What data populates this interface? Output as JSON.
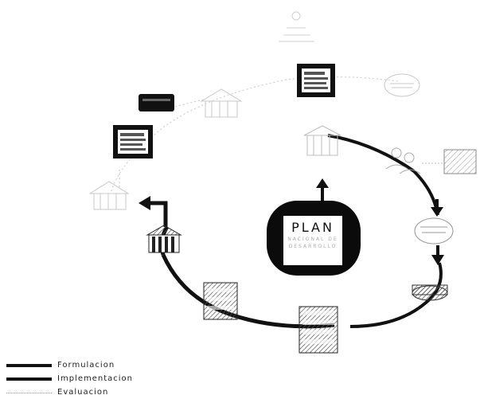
{
  "legend": [
    {
      "label": "Formulacion",
      "style": "solid-thick"
    },
    {
      "label": "Implementacion",
      "style": "solid-thick"
    },
    {
      "label": "Evaluacion",
      "style": "dotted"
    }
  ],
  "center": {
    "title": "PLAN",
    "subtitle_line1": "NACIONAL DE",
    "subtitle_line2": "DESARROLLO"
  },
  "faded_header": {
    "line1": "...",
    "line2": "..."
  },
  "colors": {
    "strong": "#111111",
    "faded": "#c8c8c8",
    "document_fill": "#2a2a2a",
    "hatch": "#777777"
  }
}
